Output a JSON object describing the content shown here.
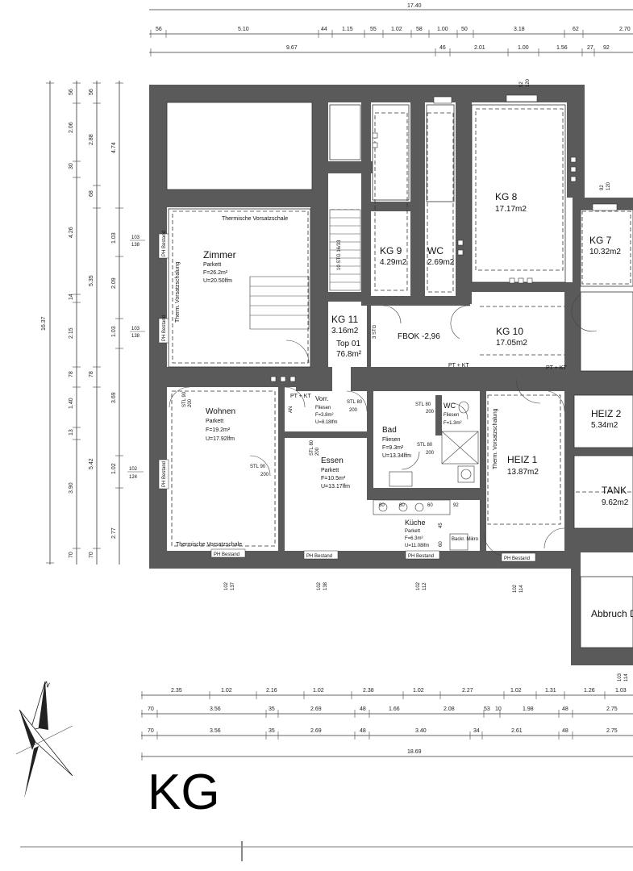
{
  "floor_label": "KG",
  "top_dims": {
    "total": "17.40",
    "row1": [
      "56",
      "5.10",
      "44",
      "1.15",
      "55",
      "1.02",
      "58",
      "1.00",
      "50",
      "3.18",
      "62",
      "2.70"
    ],
    "row2": [
      "9.67",
      "46",
      "2.01",
      "1.00",
      "1.56",
      "27",
      "92"
    ]
  },
  "left_dims": {
    "total": "16.37",
    "col1": [
      "56",
      "2.06",
      "30",
      "4.26",
      "14",
      "2.15",
      "78",
      "1.40",
      "13",
      "3.90",
      "70"
    ],
    "col2": [
      "56",
      "2.88",
      "68",
      "5.35",
      "78",
      "5.42",
      "70"
    ],
    "col3": [
      "4.74",
      "1.03",
      "2.09",
      "1.03",
      "3.69",
      "1.02",
      "2.77"
    ]
  },
  "bottom_dims": {
    "row1": [
      "2.35",
      "1.02",
      "2.16",
      "1.02",
      "2.38",
      "1.02",
      "2.27",
      "1.02",
      "1.31",
      "1.26",
      "1.03"
    ],
    "row2": [
      "70",
      "3.56",
      "35",
      "2.69",
      "48",
      "1.66",
      "2.08",
      "53",
      "10",
      "1.98",
      "48",
      "2.75"
    ],
    "row3": [
      "70",
      "3.56",
      "35",
      "2.69",
      "48",
      "3.40",
      "34",
      "2.61",
      "48",
      "2.75"
    ],
    "total": "18.69"
  },
  "rooms": {
    "zimmer": {
      "name": "Zimmer",
      "floor": "Parkett",
      "area": "F=26.2m²",
      "perimeter": "U=20.50lfm",
      "note": "Thermische Vorsatzschale",
      "side_note": "Therm. Vorsatzschalung"
    },
    "kg11": {
      "name": "KG 11",
      "area": "3.16m2",
      "top": "Top 01",
      "top_area": "76.8m²"
    },
    "kg9": {
      "name": "KG 9",
      "area": "4.29m2"
    },
    "wc_upper": {
      "name": "WC",
      "area": "2.69m2"
    },
    "kg8": {
      "name": "KG 8",
      "area": "17.17m2"
    },
    "kg7": {
      "name": "KG 7",
      "area": "10.32m2"
    },
    "fbok": {
      "name": "FBOK -2,96"
    },
    "kg10": {
      "name": "KG 10",
      "area": "17.05m2"
    },
    "wohnen": {
      "name": "Wohnen",
      "floor": "Parkett",
      "area": "F=19.2m²",
      "perimeter": "U=17.92lfm",
      "note": "Thermische Vorsatzschale"
    },
    "vorr": {
      "name": "Vorr.",
      "floor": "Fliesen",
      "area": "F=3.8m²",
      "perimeter": "U=8.18lfm"
    },
    "essen": {
      "name": "Essen",
      "floor": "Parkett",
      "area": "F=10.5m²",
      "perimeter": "U=13.17lfm"
    },
    "bad": {
      "name": "Bad",
      "floor": "Fliesen",
      "area": "F=9.3m²",
      "perimeter": "U=13.34lfm"
    },
    "wc_lower": {
      "name": "WC",
      "floor": "Fliesen",
      "area": "F=1.3m²"
    },
    "kueche": {
      "name": "Küche",
      "floor": "Parkett",
      "area": "F=6.3m²",
      "perimeter": "U=11.08lfm"
    },
    "heiz1": {
      "name": "HEIZ 1",
      "area": "13.87m2",
      "side_note": "Therm. Vorsatzschalung"
    },
    "heiz2": {
      "name": "HEIZ 2",
      "area": "5.34m2"
    },
    "tank": {
      "name": "TANK",
      "area": "9.62m2"
    },
    "abbruch": {
      "name": "Abbruch D"
    }
  },
  "annotations": {
    "ph_bestand": "PH Bestand",
    "pt_kt": "PT + KT",
    "stair": "10 STG 16/33",
    "stair2": "3 STG",
    "stl_90_200": "STL 90",
    "stl_80_200": "STL 80",
    "door_200": "200",
    "an": "AN",
    "backofen": "Backr. Mikro",
    "window_103_138": [
      "103",
      "138"
    ],
    "window_102_124": [
      "102",
      "124"
    ],
    "window_102_137": [
      "102",
      "137"
    ],
    "window_102_138": [
      "102",
      "138"
    ],
    "window_102_112": [
      "102",
      "112"
    ],
    "window_102_114": [
      "102",
      "114"
    ],
    "window_103_114": [
      "103",
      "114"
    ],
    "window_92_120": [
      "92",
      "120"
    ],
    "kitchen_dims": [
      "60",
      "60",
      "60",
      "92",
      "45",
      "60"
    ]
  }
}
